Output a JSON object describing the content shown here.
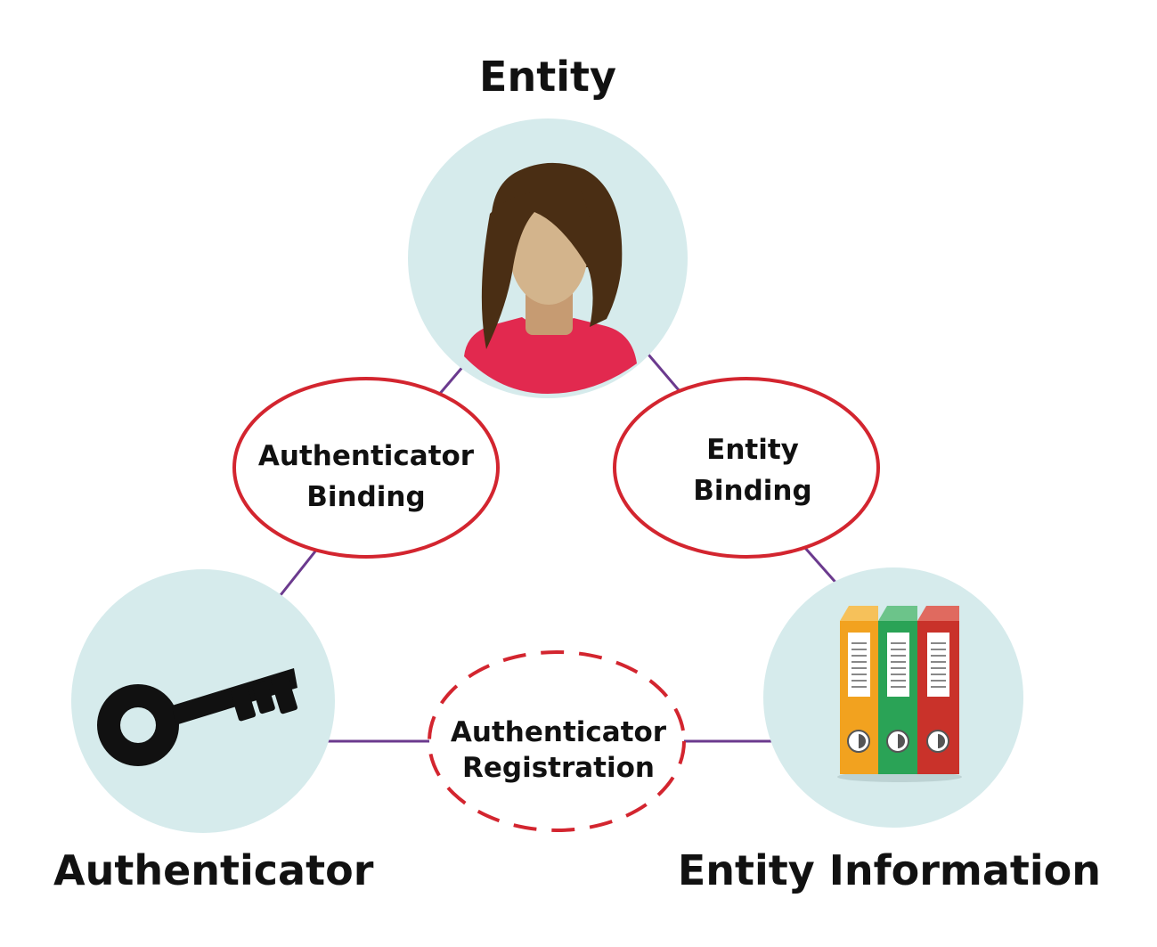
{
  "nodes": {
    "entity": {
      "title": "Entity",
      "icon": "person-icon"
    },
    "authenticator": {
      "title": "Authenticator",
      "icon": "key-icon"
    },
    "entity_information": {
      "title": "Entity Information",
      "icon": "binders-icon"
    }
  },
  "relations": {
    "authenticator_binding": {
      "line1": "Authenticator",
      "line2": "Binding"
    },
    "entity_binding": {
      "line1": "Entity",
      "line2": "Binding"
    },
    "authenticator_registration": {
      "line1": "Authenticator",
      "line2": "Registration"
    }
  },
  "colors": {
    "node_circle": "#d6ebec",
    "connector": "#6b3a8e",
    "relation_outline": "#d3252f",
    "shirt": "#e2294f",
    "hair": "#4a2e14",
    "skin": "#d3b48c",
    "binder_orange": "#f2a21f",
    "binder_green": "#2aa356",
    "binder_red": "#c9322a"
  }
}
